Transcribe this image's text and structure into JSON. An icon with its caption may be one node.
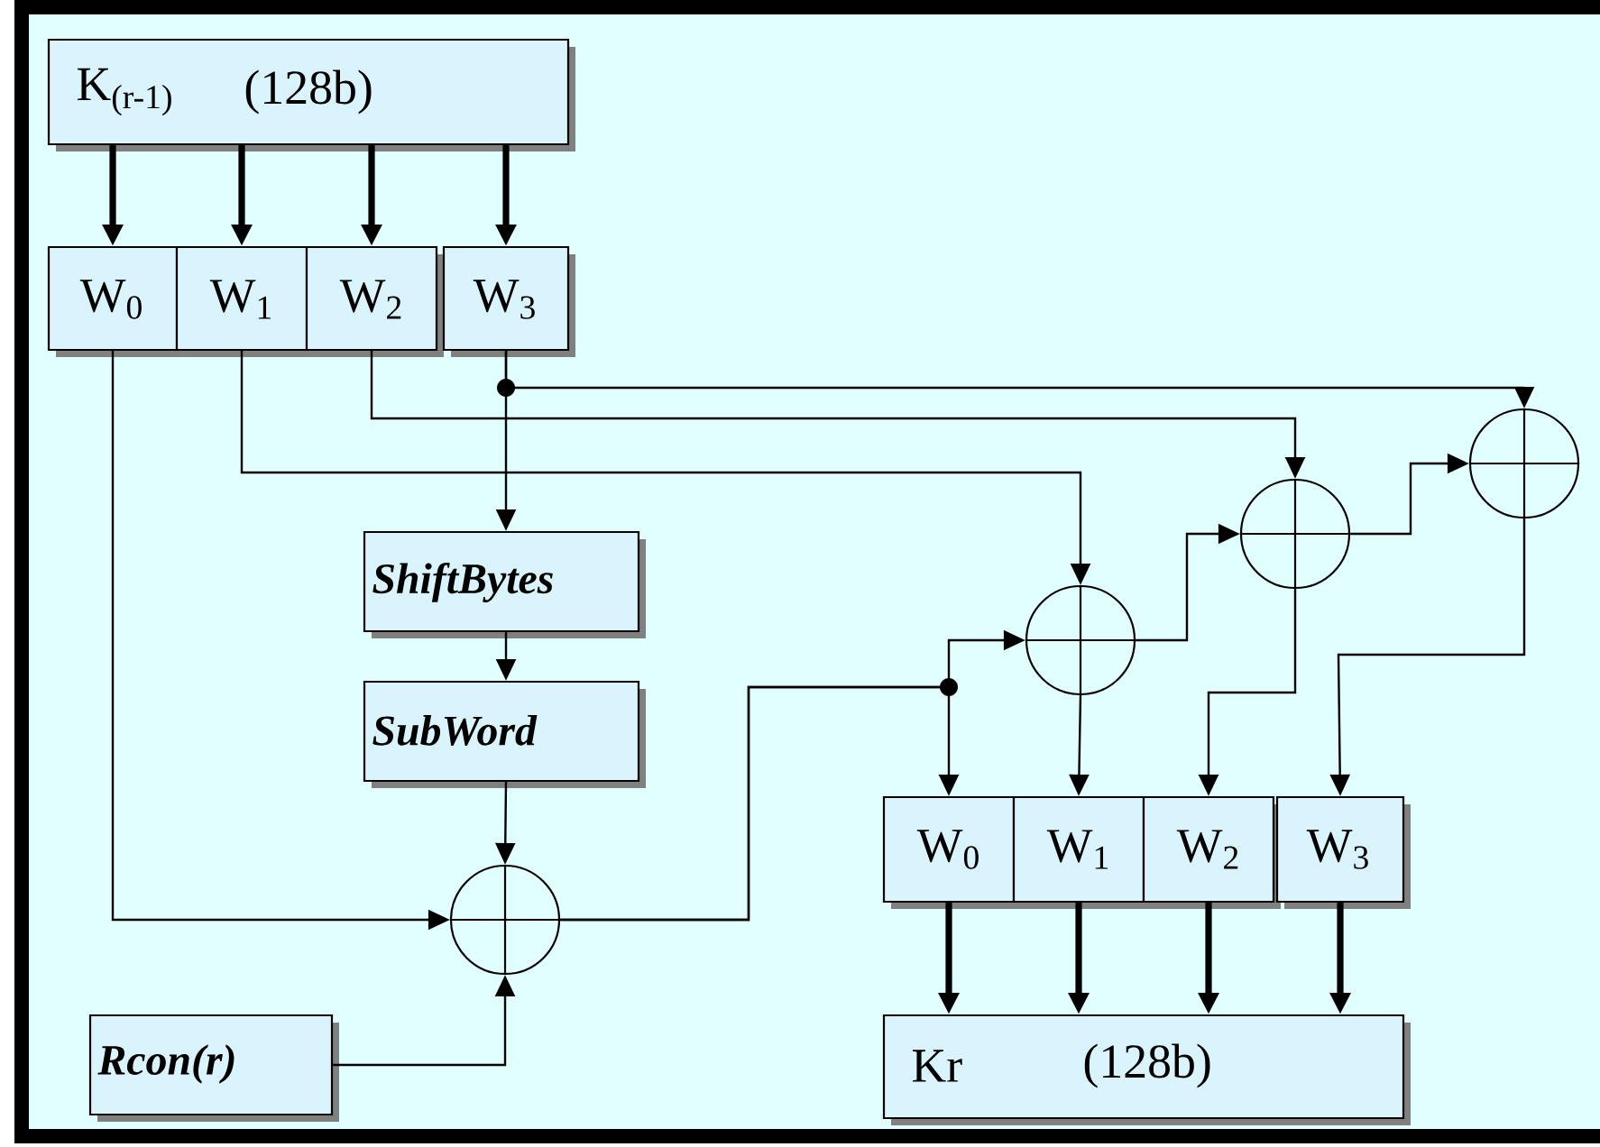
{
  "diagram": {
    "nodes": [
      {
        "text": [
          "K$_{(r-1)}$",
          "(128b)"
        ]
      },
      {
        "text": [
          "W$_{0}$"
        ]
      },
      {
        "text": [
          "W$_{1}$"
        ]
      },
      {
        "text": [
          "W$_{2}$"
        ]
      },
      {
        "text": [
          "W$_{3}$"
        ]
      },
      {
        "text": [
          "ShiftBytes"
        ]
      },
      {
        "text": [
          "SubWord"
        ]
      },
      {
        "text": [],
        "shape": "circle"
      },
      {
        "text": [
          "Rcon(r)"
        ]
      },
      {
        "text": [],
        "shape": "circle"
      },
      {
        "text": [],
        "shape": "circle"
      },
      {
        "text": [],
        "shape": "circle"
      },
      {
        "text": [
          "W$_{0}$"
        ]
      },
      {
        "text": [
          "W$_{1}$"
        ]
      },
      {
        "text": [
          "W$_{2}$"
        ]
      },
      {
        "text": [
          "W$_{3}$"
        ]
      },
      {
        "text": [
          "Kr",
          "(128b)"
        ]
      }
    ],
    "edges": [
      {
        "from": 0,
        "to": 1,
        "arrow": "to",
        "style": "thick"
      },
      {
        "from": 0,
        "to": 2,
        "arrow": "to",
        "style": "thick"
      },
      {
        "from": 0,
        "to": 3,
        "arrow": "to",
        "style": "thick"
      },
      {
        "from": 0,
        "to": 4,
        "arrow": "to",
        "style": "thick"
      },
      {
        "from": 4,
        "to": 5,
        "arrow": "to"
      },
      {
        "from": 4,
        "to": 11,
        "arrow": "to"
      },
      {
        "from": 5,
        "to": 6,
        "arrow": "to"
      },
      {
        "from": 6,
        "to": 7,
        "arrow": "to"
      },
      {
        "from": 1,
        "to": 7,
        "arrow": "to"
      },
      {
        "from": 8,
        "to": 7,
        "arrow": "to"
      },
      {
        "from": 7,
        "to": 9,
        "arrow": "to"
      },
      {
        "from": 7,
        "to": 12,
        "arrow": "to"
      },
      {
        "from": 2,
        "to": 9,
        "arrow": "to"
      },
      {
        "from": 3,
        "to": 10,
        "arrow": "to"
      },
      {
        "from": 9,
        "to": 10,
        "arrow": "to"
      },
      {
        "from": 9,
        "to": 13,
        "arrow": "to"
      },
      {
        "from": 10,
        "to": 11,
        "arrow": "to"
      },
      {
        "from": 10,
        "to": 14,
        "arrow": "to"
      },
      {
        "from": 11,
        "to": 15,
        "arrow": "to"
      },
      {
        "from": 12,
        "to": 16,
        "arrow": "to",
        "style": "thick"
      },
      {
        "from": 13,
        "to": 16,
        "arrow": "to",
        "style": "thick"
      },
      {
        "from": 14,
        "to": 16,
        "arrow": "to",
        "style": "thick"
      },
      {
        "from": 15,
        "to": 16,
        "arrow": "to",
        "style": "thick"
      }
    ]
  }
}
